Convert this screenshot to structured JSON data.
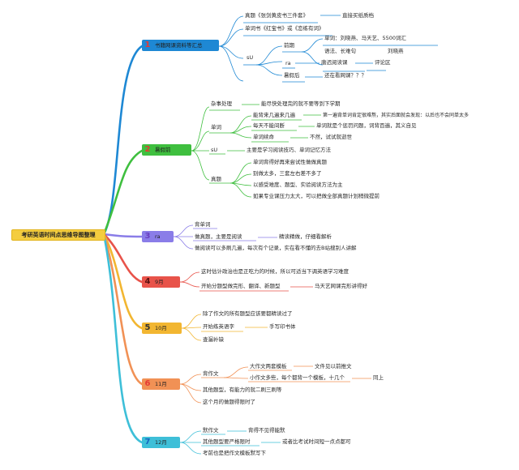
{
  "root": "考研英语时间点思维导图整理",
  "branches": [
    {
      "num": "1",
      "label": "书籍网课资料等汇总",
      "color": "#e53935",
      "bg": "#1e88d4",
      "items": {
        "a": "真题《张剑黄皮书三件套》",
        "a_note": "直接买纸质档",
        "b": "单词书《红宝书》或《恋练有词》",
        "su": "sU",
        "prelim": "前期",
        "p1": "单词：刘晓燕、马天艺、5500词汇",
        "p2": "语法、长难句",
        "p2_note": "刘晓燕",
        "ra": "ra",
        "ra_mid": "唐迟阅读课",
        "ra_note": "评论区",
        "late": "暑假后",
        "late_note": "还在看网课？？？"
      }
    },
    {
      "num": "2",
      "label": "暑假前",
      "color": "#e53935",
      "bg": "#3fbf3f",
      "items": {
        "misc": "杂事处理",
        "misc_note": "能尽快处理完的就不要等到下学期",
        "words": "单词",
        "w1": "能背来几遍来几遍",
        "w1_note": "第一遍背单词肯定很难熬，其实后面就会发现：以后也不会同单太多",
        "w2": "每天不能间断",
        "w2_note": "单词就是个惩罚问题，词背百遍，其义自见",
        "w3": "单词续命",
        "w3_note": "不然，试试就逝世",
        "su": "sU",
        "su_note": "主要是学习阅读技巧、单词记忆方法",
        "real": "真题",
        "r1": "单词背得好再来尝试性做做真题",
        "r2": "别做太多，三套左右差不多了",
        "r3": "以感受难度、题型、实验阅读方法为主",
        "r4": "如果专业课压力太大，可以把做全部真题计划稍微提前"
      }
    },
    {
      "num": "3",
      "label": "ra",
      "color": "#6a3fc1",
      "bg": "#8a7de8",
      "items": {
        "a": "背单词",
        "b": "做真题，主要是阅读",
        "b_note": "精读精做，仔细看解析",
        "c": "做阅读可以多刷几遍，每次有个记录，实在看不懂的去B站搜别人讲解"
      }
    },
    {
      "num": "4",
      "label": "9月",
      "color": "#e53935",
      "bg": "#e8534a",
      "items": {
        "a": "这时估计政治也是正吃力的时候，所以可适当下调英语学习难度",
        "b": "开始分题型做完形、翻译、新题型",
        "b_note": "马天艺网课完形讲得好"
      }
    },
    {
      "num": "5",
      "label": "10月",
      "color": "#e8a21a",
      "bg": "#f2b631",
      "items": {
        "a": "除了作文的所有题型应该要都精读过了",
        "b": "开始练英语字",
        "b_note": "手写印书体",
        "c": "查漏补缺"
      }
    },
    {
      "num": "6",
      "label": "11月",
      "color": "#e53935",
      "bg": "#f19155",
      "items": {
        "a": "背作文",
        "a1": "大作文两套模板",
        "a1_note": "文件见以前推文",
        "a2": "小作文多些，每个都背一个模板，十几个",
        "a2_note": "同上",
        "b": "其他题型，有能力的就二刷三刷等",
        "c": "这个月的做题得限时了"
      }
    },
    {
      "num": "7",
      "label": "12月",
      "color": "#1565c0",
      "bg": "#3ebfd8",
      "items": {
        "a": "默作文",
        "a_note": "背得不见得能默",
        "b": "其他题型要严格限时",
        "b_note": "或者比考试时间短一点点都可",
        "c": "考前也是把作文模板默写下"
      }
    }
  ]
}
